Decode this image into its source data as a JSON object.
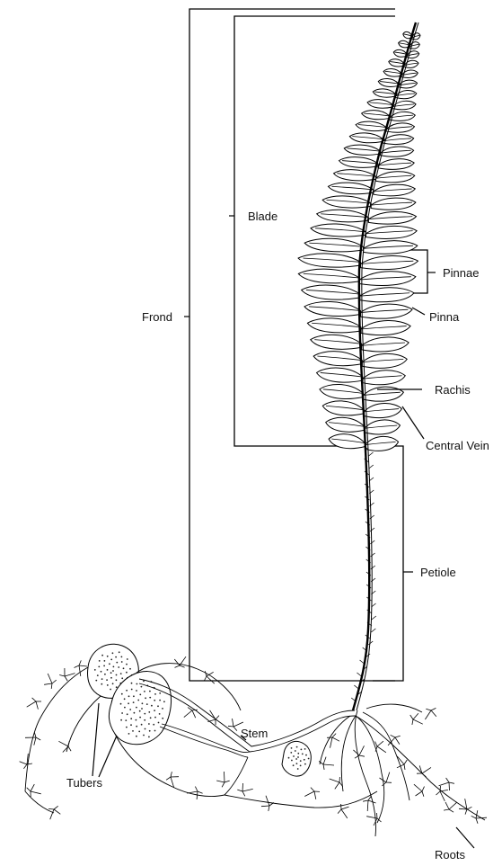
{
  "labels": {
    "frond": "Frond",
    "blade": "Blade",
    "pinnae": "Pinnae",
    "pinna": "Pinna",
    "rachis": "Rachis",
    "central_vein": "Central Vein",
    "petiole": "Petiole",
    "stem": "Stem",
    "tubers": "Tubers",
    "roots": "Roots"
  },
  "colors": {
    "ink": "#000000",
    "background": "#ffffff"
  }
}
